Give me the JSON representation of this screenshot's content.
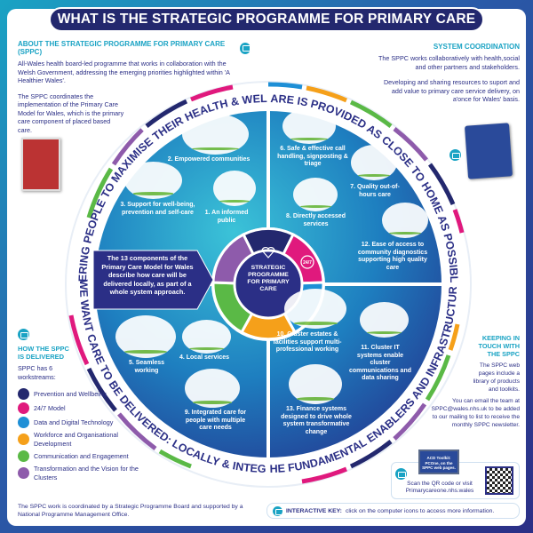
{
  "title": "WHAT IS THE STRATEGIC PROGRAMME FOR PRIMARY CARE (SPPC)?",
  "about": {
    "heading": "ABOUT THE STRATEGIC PROGRAMME FOR PRIMARY CARE (SPPC)",
    "p1": "All-Wales health board-led programme that works in collaboration with the Welsh Government, addressing the emerging priorities highlighted within 'A Healthier Wales'.",
    "p2": "The SPPC coordinates the implementation of the Primary Care Model for Wales, which is the primary care component of placed based care."
  },
  "system": {
    "heading": "SYSTEM COORDINATION",
    "p1": "The SPPC works collaboratively with health,social and other partners and stakeholders.",
    "p2": "Developing and sharing resources to suport and add value to primary care service delivery, on a'once for Wales' basis."
  },
  "ring": {
    "top_left": "EMPOWERING PEOPLE TO MAXIMISE THEIR HEALTH & WELLBEING",
    "top_right": "CARE IS PROVIDED AS CLOSE TO HOME AS POSSIBLE",
    "bottom_left": "HOW WE WANT CARE TO BE DELIVERED: LOCALLY & INTEGRATED",
    "bottom_right": "THE FUNDAMENTAL ENABLERS AND INFRASTRUCTURE"
  },
  "center": {
    "label": "STRATEGIC PROGRAMME FOR PRIMARY CARE",
    "badge": "24/7"
  },
  "arrow_text": "The 13 components of the Primary Care Model for Wales describe how care will be delivered locally, as part of a whole system approach.",
  "components": [
    "1. An informed public",
    "2. Empowered communities",
    "3. Support for well-being, prevention and self-care",
    "4. Local services",
    "5. Seamless working",
    "6. Safe & effective call handling, signposting & triage",
    "7. Quality out-of-hours care",
    "8. Directly accessed services",
    "9. Integrated care for people with multiple care needs",
    "10. Cluster estates & facilities support multi-professional working",
    "11. Cluster IT systems enable cluster communications and data sharing",
    "12. Ease of access to community diagnostics supporting high quality care",
    "13. Finance systems designed to drive whole system transformative change"
  ],
  "delivered": {
    "heading": "HOW THE SPPC IS DELIVERED",
    "intro": "SPPC has 6 workstreams:",
    "workstreams": [
      {
        "label": "Prevention and Wellbeing",
        "color": "#23286e"
      },
      {
        "label": "24/7 Model",
        "color": "#e0197d"
      },
      {
        "label": "Data and Digital Technology",
        "color": "#1e8fd6"
      },
      {
        "label": "Workforce and Organisational Development",
        "color": "#f5a01a"
      },
      {
        "label": "Communication and Engagement",
        "color": "#5ab946"
      },
      {
        "label": "Transformation and the Vision for the Clusters",
        "color": "#8e5bab"
      }
    ]
  },
  "footer_note": "The SPPC work is coordinated by a Strategic Programme Board and supported by a National Programme Management Office.",
  "touch": {
    "heading": "KEEPING IN TOUCH WITH THE SPPC",
    "p1": "The SPPC web pages include a library of products and toolkits.",
    "p2": "You can email the team at SPPC@wales.nhs.uk to be added to our mailing to list to receive the monthly SPPC newsletter."
  },
  "toolkit": {
    "screen": "ACD Toolkit: PCOne, on the SPPC web pages.",
    "scan": "Scan the QR code or visit",
    "url": "Primarycareone.nhs.wales"
  },
  "key": {
    "label": "INTERACTIVE KEY:",
    "text": "click on the computer icons to access more information."
  }
}
